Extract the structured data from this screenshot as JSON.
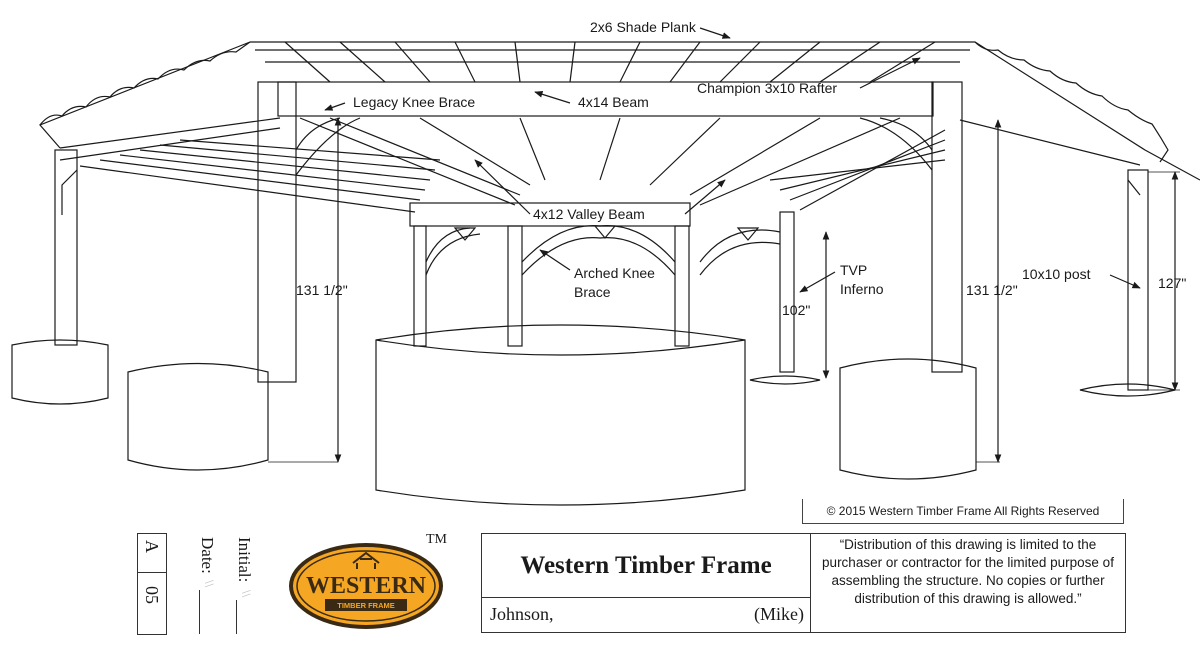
{
  "drawing": {
    "labels": {
      "shade_plank": "2x6 Shade Plank",
      "champion_rafter": "Champion 3x10 Rafter",
      "legacy_knee_brace": "Legacy Knee Brace",
      "beam": "4x14 Beam",
      "valley_beam": "4x12 Valley Beam",
      "arched_knee_brace_1": "Arched Knee",
      "arched_knee_brace_2": "Brace",
      "tvp_inferno_1": "TVP",
      "tvp_inferno_2": "Inferno",
      "post": "10x10 post"
    },
    "dimensions": {
      "left_height": "131 1/2\"",
      "right_height": "131 1/2\"",
      "tvp_height": "102\"",
      "far_right_height": "127\""
    }
  },
  "copyright": "© 2015 Western Timber Frame All Rights Reserved",
  "title_block": {
    "sheet_letter": "A",
    "sheet_number": "05",
    "date_label": "Date:",
    "date_value": "\\\\",
    "initial_label": "Initial:",
    "initial_value": "\\\\",
    "logo_text_main": "WESTERN",
    "logo_text_sub": "TIMBER FRAME",
    "trademark": "TM",
    "company": "Western Timber Frame",
    "client_last": "Johnson,",
    "client_first": "(Mike)",
    "notice": "“Distribution of this drawing is limited to the purchaser or contractor for the limited purpose of assembling the structure.  No copies or further distribution of this drawing is allowed.”"
  },
  "colors": {
    "line": "#1a1a1a",
    "logo_fill": "#f5a623",
    "logo_text": "#3a2a14"
  }
}
